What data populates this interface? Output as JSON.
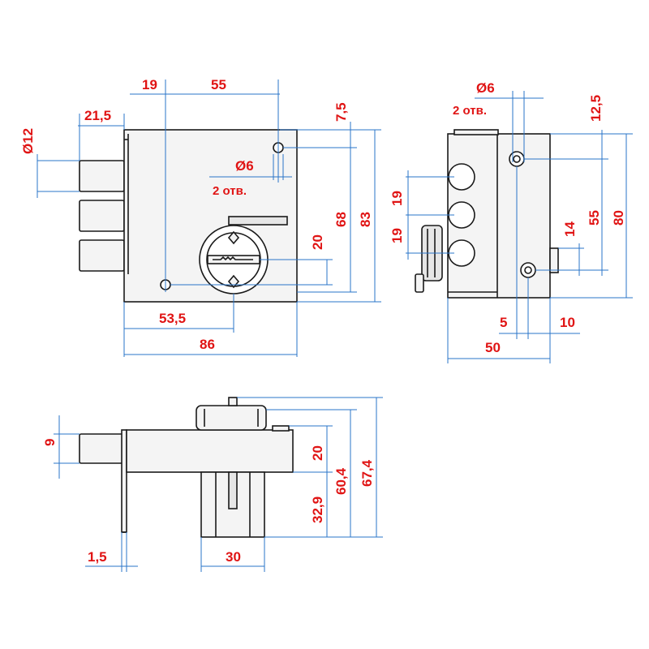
{
  "front_view": {
    "dim_19": "19",
    "dim_55": "55",
    "dim_21_5": "21,5",
    "dim_d12": "Ø12",
    "dim_7_5": "7,5",
    "dim_d6": "Ø6",
    "holes_note": "2 отв.",
    "dim_20": "20",
    "dim_68": "68",
    "dim_83": "83",
    "dim_53_5": "53,5",
    "dim_86": "86"
  },
  "side_view": {
    "dim_d6": "Ø6",
    "holes_note": "2 отв.",
    "dim_12_5": "12,5",
    "dim_19_a": "19",
    "dim_19_b": "19",
    "dim_14": "14",
    "dim_55": "55",
    "dim_80": "80",
    "dim_5": "5",
    "dim_10": "10",
    "dim_50": "50"
  },
  "top_view": {
    "dim_9": "9",
    "dim_20": "20",
    "dim_60_4": "60,4",
    "dim_67_4": "67,4",
    "dim_32_9": "32,9",
    "dim_1_5": "1,5",
    "dim_30": "30"
  },
  "colors": {
    "dimension_text": "#e01414",
    "dimension_line": "#2a74c8",
    "outline": "#1a1a1a"
  }
}
